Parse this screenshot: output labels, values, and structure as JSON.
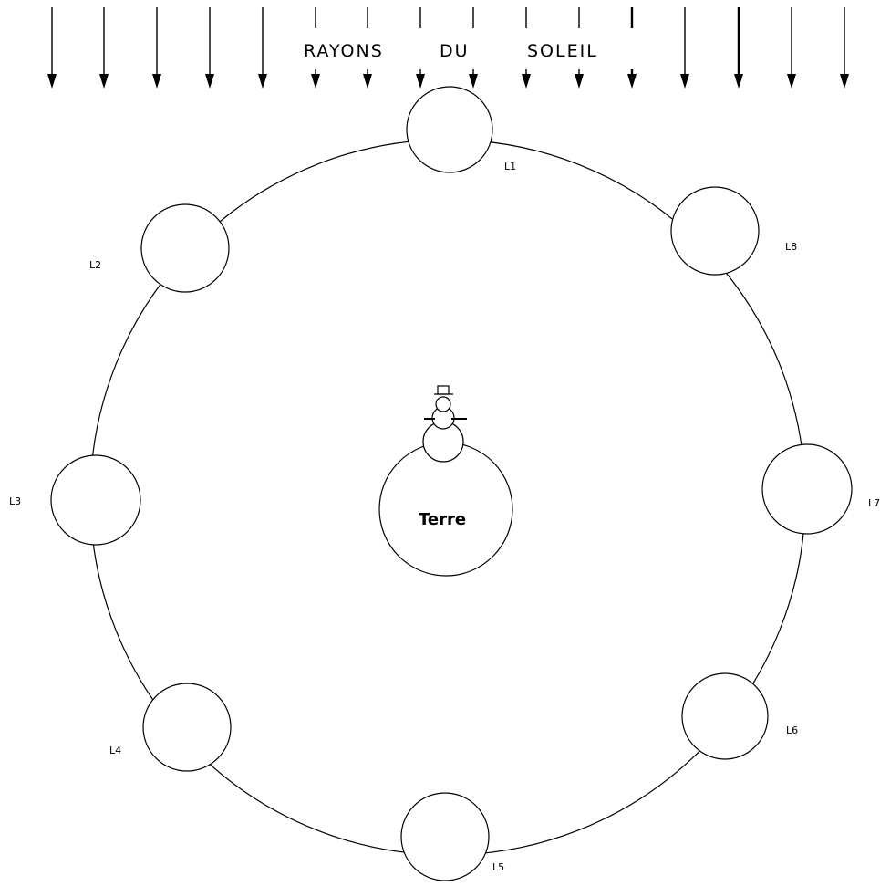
{
  "title": {
    "words": [
      "RAYONS",
      "DU",
      "SOLEIL"
    ]
  },
  "earth": {
    "label": "Terre"
  },
  "moon_positions": [
    {
      "label": "L1"
    },
    {
      "label": "L2"
    },
    {
      "label": "L3"
    },
    {
      "label": "L4"
    },
    {
      "label": "L5"
    },
    {
      "label": "L6"
    },
    {
      "label": "L7"
    },
    {
      "label": "L8"
    }
  ],
  "colors": {
    "stroke": "#000000",
    "background": "#ffffff"
  }
}
